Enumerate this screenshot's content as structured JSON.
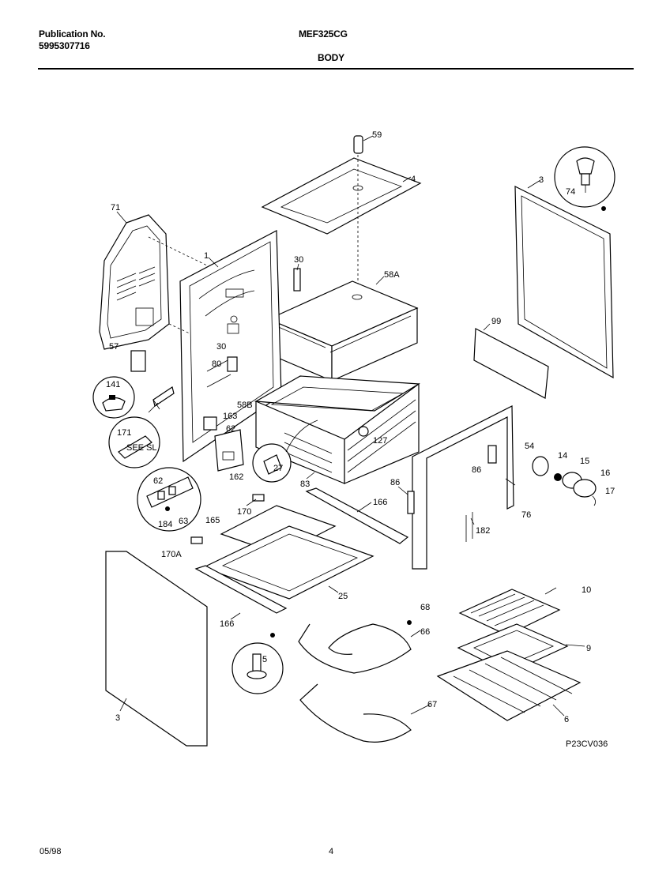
{
  "header": {
    "publication_label": "Publication No.",
    "publication_number": "5995307716",
    "model": "MEF325CG",
    "section": "BODY"
  },
  "footer": {
    "date": "05/98",
    "page": "4"
  },
  "diagram_code": "P23CV036",
  "callouts": {
    "c59": "59",
    "c4": "4",
    "c3a": "3",
    "c74": "74",
    "c71": "71",
    "c1": "1",
    "c30a": "30",
    "c58a": "58A",
    "c99": "99",
    "c30b": "30",
    "c57": "57",
    "c80": "80",
    "c141": "141",
    "c58b": "58B",
    "c163": "163",
    "c171": "171",
    "c62a": "62",
    "c127": "127",
    "c27": "27",
    "c162": "162",
    "c54": "54",
    "c14": "14",
    "c15": "15",
    "c16": "16",
    "c17": "17",
    "c86a": "86",
    "c86b": "86",
    "c83": "83",
    "c62b": "62",
    "c166a": "166",
    "c76": "76",
    "c182": "182",
    "c184": "184",
    "c63": "63",
    "c170": "170",
    "c165": "165",
    "c170a": "170A",
    "c25": "25",
    "c166b": "166",
    "c10": "10",
    "c68": "68",
    "c66": "66",
    "c9": "9",
    "c5": "5",
    "c67": "67",
    "c6": "6",
    "c3b": "3"
  },
  "inset_labels": {
    "hood_text": "SEE SL"
  }
}
